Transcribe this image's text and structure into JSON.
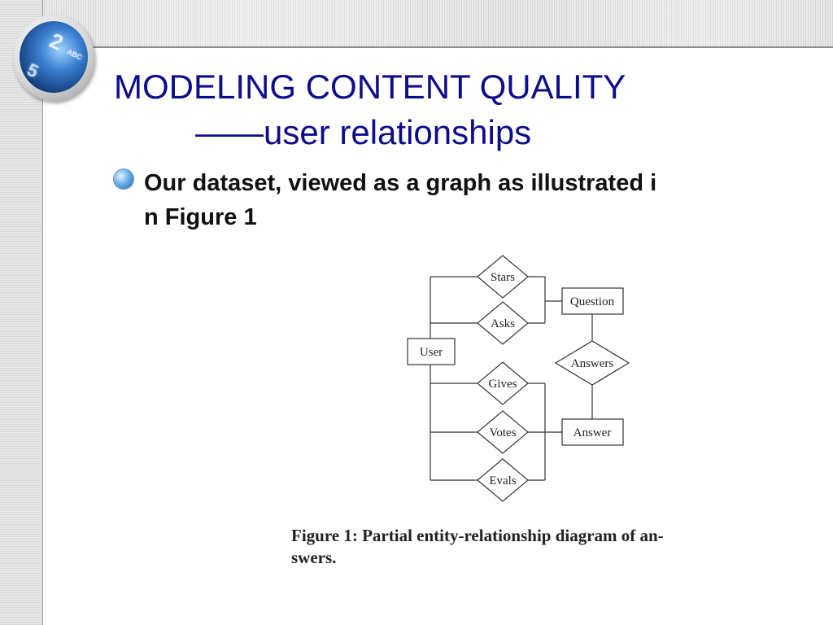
{
  "slide": {
    "title": "MODELING CONTENT QUALITY",
    "subtitle": "——user relationships",
    "bullet_line1": "Our dataset, viewed as a graph as illustrated i",
    "bullet_line2": "n Figure 1",
    "logo": {
      "key_main": "2",
      "key_sub": "ABC",
      "key_second": "5"
    }
  },
  "diagram": {
    "entities": {
      "user": "User",
      "question": "Question",
      "answer": "Answer"
    },
    "relationships": {
      "stars": "Stars",
      "asks": "Asks",
      "answers": "Answers",
      "gives": "Gives",
      "votes": "Votes",
      "evals": "Evals"
    }
  },
  "caption": {
    "label": "Figure 1:",
    "line1_rest": " Partial entity-relationship diagram of an-",
    "line2": "swers."
  },
  "colors": {
    "title": "#0d0d8c",
    "bullet_text": "#111111"
  }
}
